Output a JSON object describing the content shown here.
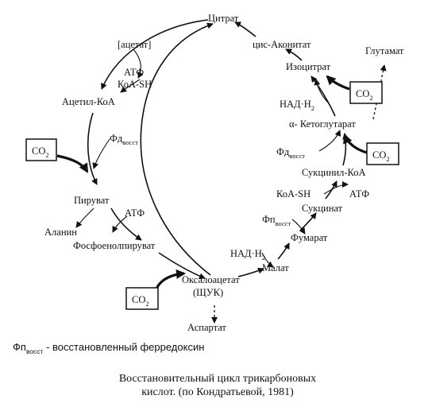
{
  "diagram": {
    "nodes": {
      "citrate": "Цитрат",
      "cis_aconitate": "цис-Аконитат",
      "isocitrate": "Изоцитрат",
      "ketoglutarate": "α- Кетоглутарат",
      "succinyl_coa": "Сукцинил-КоА",
      "succinate": "Сукцинат",
      "fumarate": "Фумарат",
      "malate": "Малат",
      "oxaloacetate": "Оксалоацетат",
      "oxaloacetate_abbr": "(ЩУК)",
      "aspartate": "Аспартат",
      "glutamate": "Глутамат",
      "acetate": "[ацетат]",
      "acetyl_coa": "Ацетил-КоА",
      "pyruvate": "Пируват",
      "alanine": "Аланин",
      "pep": "Фосфоенолпируват"
    },
    "cofactors": {
      "atp": "АТФ",
      "coash": "КоА-SH",
      "nad": "НАД·Н",
      "nad_sub": "2",
      "fd": "Фд",
      "fd_sub": "восст",
      "fp": "Фп",
      "fp_sub": "восст",
      "co": "CO",
      "co_sub": "2"
    },
    "legend": {
      "symbol": "Фп",
      "symbol_sub": "восст",
      "text": " - восстановленный ферредоксин"
    },
    "caption": {
      "line1": "Восстановительный цикл трикарбоновых",
      "line2": "кислот. (по Кондратьевой, 1981)"
    }
  }
}
